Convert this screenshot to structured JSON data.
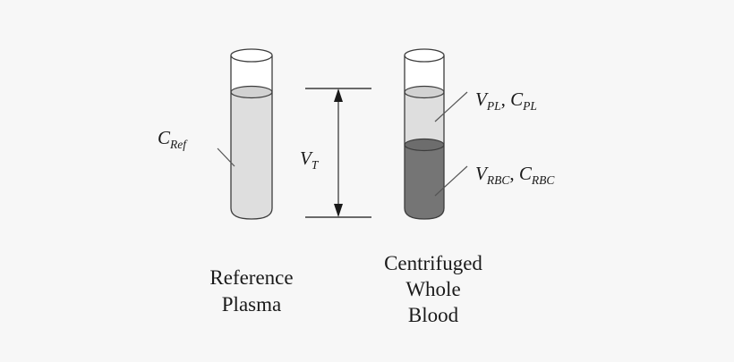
{
  "figure": {
    "background_color": "#f7f7f7",
    "stroke_color": "#3c3c3c",
    "text_color": "#1a1a1a"
  },
  "tubes": {
    "reference": {
      "caption_line1": "Reference",
      "caption_line2": "Plasma",
      "label": {
        "symbol": "C",
        "subscript": "Ref"
      },
      "contents": [
        {
          "name": "air",
          "fill": "#ffffff"
        },
        {
          "name": "plasma",
          "fill": "#dedede"
        }
      ]
    },
    "centrifuged": {
      "caption_line1": "Centrifuged",
      "caption_line2": "Whole",
      "caption_line3": "Blood",
      "contents": [
        {
          "name": "air",
          "fill": "#ffffff"
        },
        {
          "name": "plasma",
          "fill": "#dedede"
        },
        {
          "name": "red-blood-cells",
          "fill": "#757575"
        }
      ],
      "plasma_label": {
        "volume_symbol": "V",
        "volume_subscript": "PL",
        "separator": ",",
        "concentration_symbol": "C",
        "concentration_subscript": "PL"
      },
      "rbc_label": {
        "volume_symbol": "V",
        "volume_subscript": "RBC",
        "separator": ",",
        "concentration_symbol": "C",
        "concentration_subscript": "RBC"
      }
    }
  },
  "dimension": {
    "label_symbol": "V",
    "label_subscript": "T"
  }
}
